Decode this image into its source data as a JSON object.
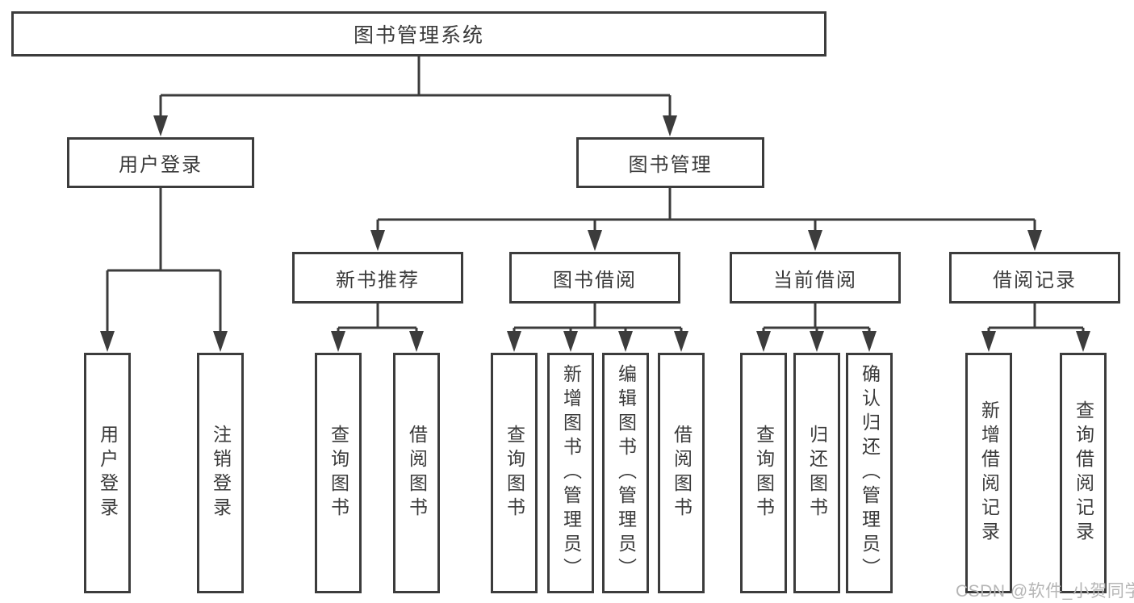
{
  "tree": {
    "label": "图书管理系统",
    "children": [
      {
        "label": "用户登录",
        "children": [
          {
            "label": "用户登录"
          },
          {
            "label": "注销登录"
          }
        ]
      },
      {
        "label": "图书管理",
        "children": [
          {
            "label": "新书推荐",
            "children": [
              {
                "label": "查询图书"
              },
              {
                "label": "借阅图书"
              }
            ]
          },
          {
            "label": "图书借阅",
            "children": [
              {
                "label": "查询图书"
              },
              {
                "label": "新增图书（管理员）"
              },
              {
                "label": "编辑图书（管理员）"
              },
              {
                "label": "借阅图书"
              }
            ]
          },
          {
            "label": "当前借阅",
            "children": [
              {
                "label": "查询图书"
              },
              {
                "label": "归还图书"
              },
              {
                "label": "确认归还（管理员）"
              }
            ]
          },
          {
            "label": "借阅记录",
            "children": [
              {
                "label": "新增借阅记录"
              },
              {
                "label": "查询借阅记录"
              }
            ]
          }
        ]
      }
    ]
  },
  "watermark": {
    "text": "CSDN @软件_小贺同学"
  },
  "colors": {
    "line": "#3c3c3c",
    "text": "#3a3a3a",
    "background": "#ffffff",
    "watermark": "#b6b6b6"
  }
}
